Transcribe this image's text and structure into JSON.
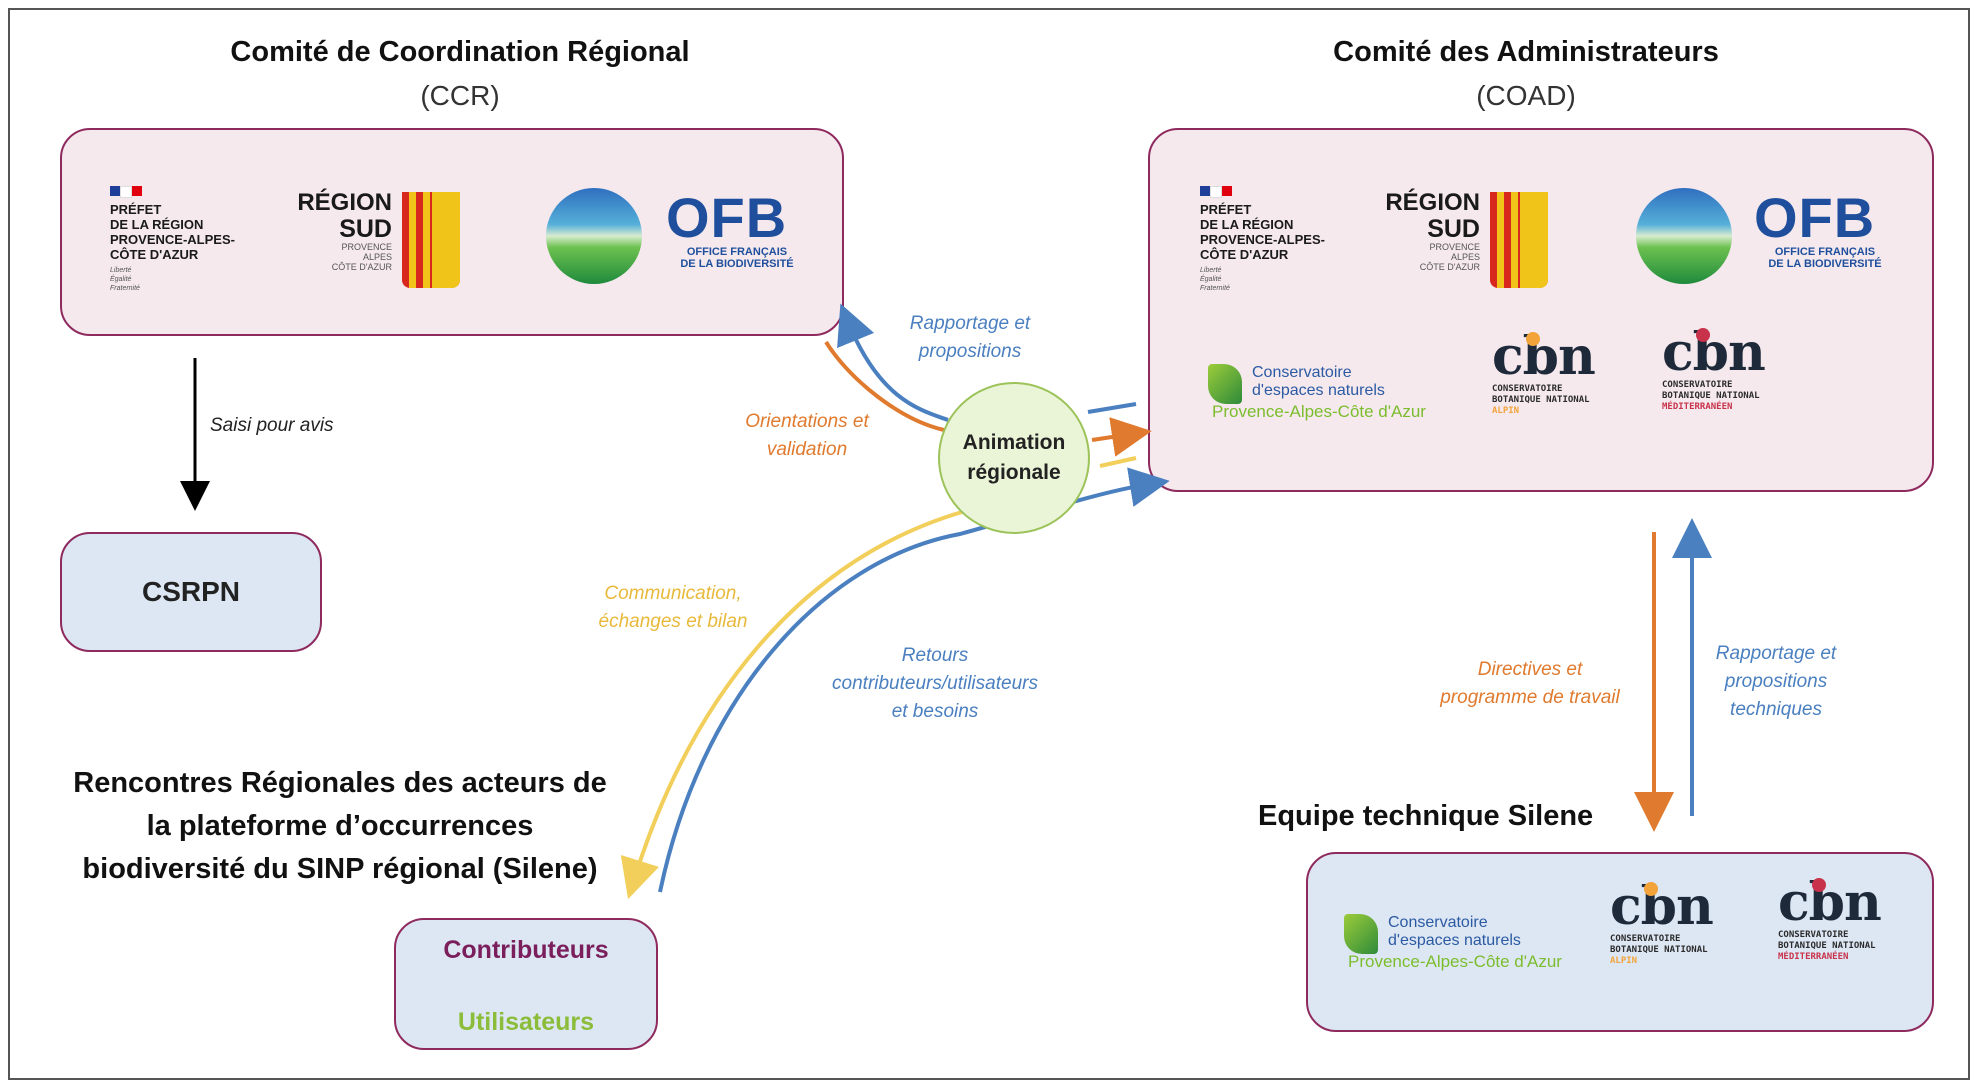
{
  "ccr": {
    "title": "Comité de Coordination Régional",
    "abbr": "(CCR)"
  },
  "coad": {
    "title": "Comité des Administrateurs",
    "abbr": "(COAD)"
  },
  "logos": {
    "prefet": {
      "line1": "PRÉFET",
      "line2": "DE LA RÉGION",
      "line3": "PROVENCE-ALPES-",
      "line4": "CÔTE D'AZUR",
      "motto1": "Liberté",
      "motto2": "Égalité",
      "motto3": "Fraternité"
    },
    "region": {
      "line1": "RÉGION",
      "line2": "SUD",
      "line3": "PROVENCE",
      "line4": "ALPES",
      "line5": "CÔTE D'AZUR"
    },
    "ofb": {
      "name": "OFB",
      "line1": "OFFICE FRANÇAIS",
      "line2": "DE LA BIODIVERSITÉ"
    },
    "cen": {
      "line1": "Conservatoire",
      "line2": "d'espaces naturels",
      "line3": "Provence-Alpes-Côte d'Azur"
    },
    "cbn": {
      "mark": "cbn",
      "line1": "CONSERVATOIRE",
      "line2": "BOTANIQUE NATIONAL",
      "alpin": "ALPIN",
      "med": "MÉDITERRANÉEN"
    }
  },
  "csrpn": {
    "label": "CSRPN"
  },
  "saisi": "Saisi pour avis",
  "center": {
    "line1": "Animation",
    "line2": "régionale"
  },
  "labels": {
    "rapportage_top_1": "Rapportage et",
    "rapportage_top_2": "propositions",
    "orientations_1": "Orientations et",
    "orientations_2": "validation",
    "communication_1": "Communication,",
    "communication_2": "échanges et bilan",
    "retours_1": "Retours",
    "retours_2": "contributeurs/utilisateurs",
    "retours_3": "et besoins",
    "directives_1": "Directives et",
    "directives_2": "programme de travail",
    "rapportage_tech_1": "Rapportage et",
    "rapportage_tech_2": "propositions",
    "rapportage_tech_3": "techniques"
  },
  "rencontres": {
    "line1": "Rencontres Régionales des acteurs de",
    "line2": "la plateforme d’occurrences",
    "line3": "biodiversité du SINP régional (Silene)"
  },
  "users_box": {
    "contributeurs": "Contributeurs",
    "utilisateurs": "Utilisateurs"
  },
  "equipe": {
    "title": "Equipe technique Silene"
  },
  "colors": {
    "blue": "#4a7fc0",
    "orange": "#e07a2e",
    "yellow": "#f2cf5b",
    "purple": "#8e2a5e",
    "contributeurs": "#7a1f5c",
    "utilisateurs": "#8cbd3a"
  }
}
